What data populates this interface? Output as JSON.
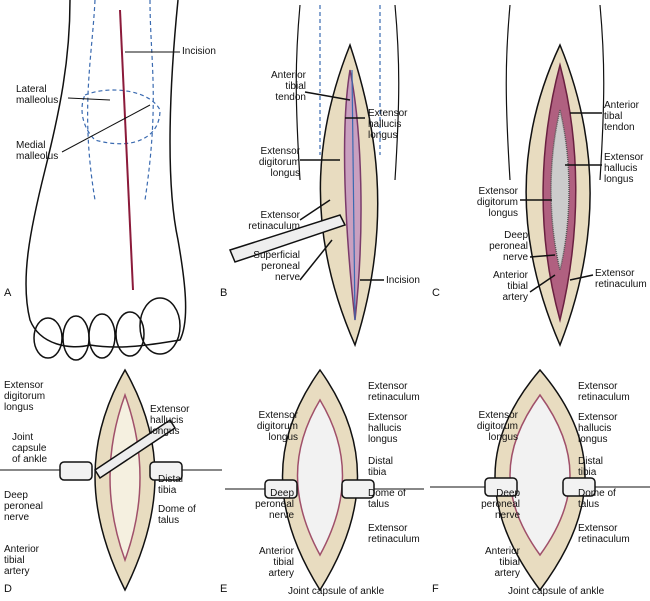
{
  "colors": {
    "incision": "#8b1a3a",
    "tissue": "#e8dcc0",
    "muscle": "#a0506a",
    "nerve": "#f0e070",
    "dashed": "#3a6ab0"
  },
  "panels": {
    "a": {
      "letter": "A",
      "incision": "Incision",
      "lateral_malleolus": "Lateral\nmalleolus",
      "medial_malleolus": "Medial\nmalleolus"
    },
    "b": {
      "letter": "B",
      "anterior_tibial_tendon": "Anterior\ntibial\ntendon",
      "extensor_hallucis_longus": "Extensor\nhallucis\nlongus",
      "extensor_digitorum_longus": "Extensor\ndigitorum\nlongus",
      "extensor_retinaculum": "Extensor\nretinaculum",
      "superficial_peroneal_nerve": "Superficial\nperoneal\nnerve",
      "incision": "Incision"
    },
    "c": {
      "letter": "C",
      "anterior_tibal_tendon": "Anterior\ntibal\ntendon",
      "extensor_hallucis_longus": "Extensor\nhallucis\nlongus",
      "extensor_digitorum_longus": "Extensor\ndigitorum\nlongus",
      "deep_peroneal_nerve": "Deep\nperoneal\nnerve",
      "extensor_retinaculum": "Extensor\nretinaculum",
      "anterior_tibial_artery": "Anterior\ntibial\nartery"
    },
    "d": {
      "letter": "D",
      "extensor_digitorum_longus": "Extensor\ndigitorum\nlongus",
      "extensor_hallucis_longus": "Extensor\nhallucis\nlongus",
      "joint_capsule": "Joint\ncapsule\nof ankle",
      "deep_peroneal_nerve": "Deep\nperoneal\nnerve",
      "distal_tibia": "Distal\ntibia",
      "dome_of_talus": "Dome of\ntalus",
      "anterior_tibial_artery": "Anterior\ntibial\nartery"
    },
    "e": {
      "letter": "E",
      "extensor_retinaculum_top": "Extensor\nretinaculum",
      "extensor_digitorum_longus": "Extensor\ndigitorum\nlongus",
      "extensor_hallucis_longus": "Extensor\nhallucis\nlongus",
      "distal_tibia": "Distal\ntibia",
      "deep_peroneal_nerve": "Deep\nperoneal\nnerve",
      "dome_of_talus": "Dome of\ntalus",
      "anterior_tibial_artery": "Anterior\ntibial\nartery",
      "extensor_retinaculum_bottom": "Extensor\nretinaculum",
      "joint_capsule": "Joint capsule of ankle"
    },
    "f": {
      "letter": "F",
      "extensor_retinaculum_top": "Extensor\nretinaculum",
      "extensor_digitorum_longus": "Extensor\ndigitorum\nlongus",
      "extensor_hallucis_longus": "Extensor\nhallucis\nlongus",
      "distal_tibia": "Distal\ntibia",
      "deep_peroneal_nerve": "Deep\nperoneal\nnerve",
      "dome_of_talus": "Dome of\ntalus",
      "anterior_tibial_artery": "Anterior\ntibial\nartery",
      "extensor_retinaculum_bottom": "Extensor\nretinaculum",
      "joint_capsule": "Joint capsule of ankle"
    }
  }
}
